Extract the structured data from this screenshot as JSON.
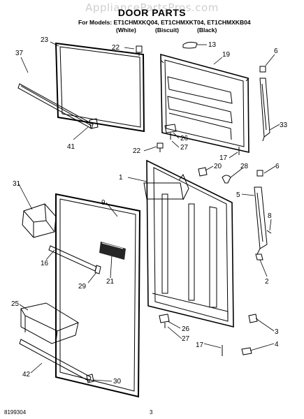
{
  "watermark": "AppliancePartsPros.com",
  "title": "DOOR PARTS",
  "models_line": "For Models: ET1CHMXKQ04, ET1CHMXKT04, ET1CHMXKB04",
  "variants": [
    "(White)",
    "(Biscuit)",
    "(Black)"
  ],
  "footer": {
    "code": "8199304",
    "page": "3"
  },
  "callouts": [
    "37",
    "23",
    "22",
    "13",
    "19",
    "6",
    "41",
    "26",
    "27",
    "33",
    "22",
    "17",
    "1",
    "20",
    "28",
    "6",
    "31",
    "9",
    "5",
    "8",
    "16",
    "29",
    "21",
    "2",
    "25",
    "26",
    "27",
    "3",
    "17",
    "4",
    "42",
    "30"
  ]
}
